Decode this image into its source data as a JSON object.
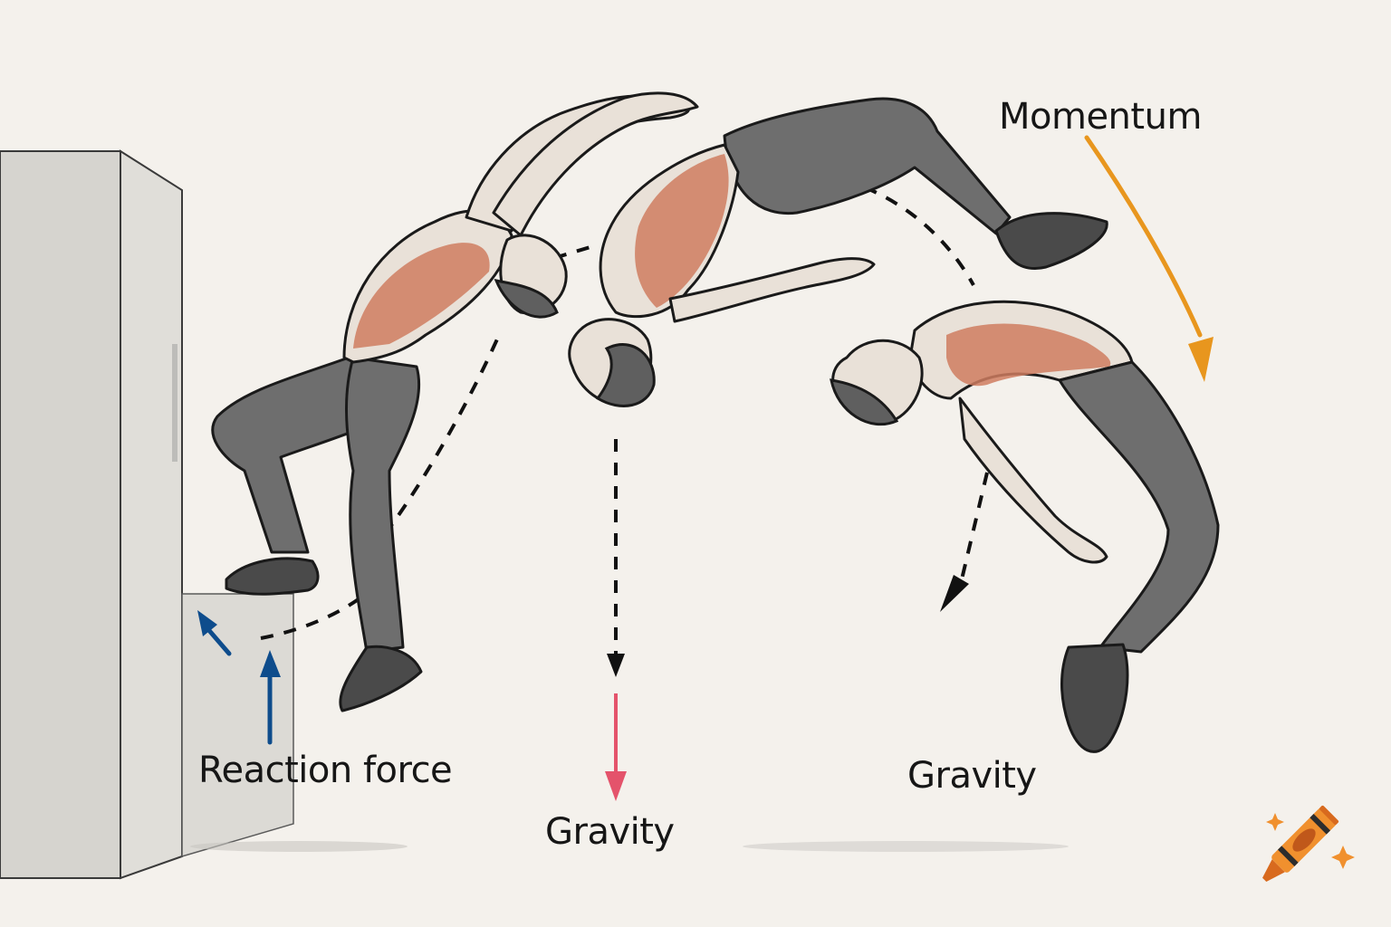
{
  "title": "Backflip off a wall: forces diagram",
  "labels": {
    "momentum": "Momentum",
    "reaction_force": "Reaction force",
    "gravity_mid": "Gravity",
    "gravity_right": "Gravity"
  },
  "colors": {
    "background": "#f4f1ec",
    "momentum_arrow": "#e8961e",
    "reaction_arrow": "#0e4c8c",
    "gravity_arrow": "#e4536b",
    "trajectory": "#111111",
    "wall": "#d8d6d1",
    "skin": "#e9e1d8",
    "muscle": "#cf7c60",
    "pants": "#6e6e6e",
    "logo_orange": "#e8832a"
  },
  "figures": [
    {
      "id": "takeoff",
      "pose": "leaning back, foot pushing off low step"
    },
    {
      "id": "inverted",
      "pose": "upside down mid-rotation"
    },
    {
      "id": "landing",
      "pose": "arched back descending"
    }
  ],
  "icons": [
    "crayon-logo-icon",
    "sparkle-icon"
  ]
}
